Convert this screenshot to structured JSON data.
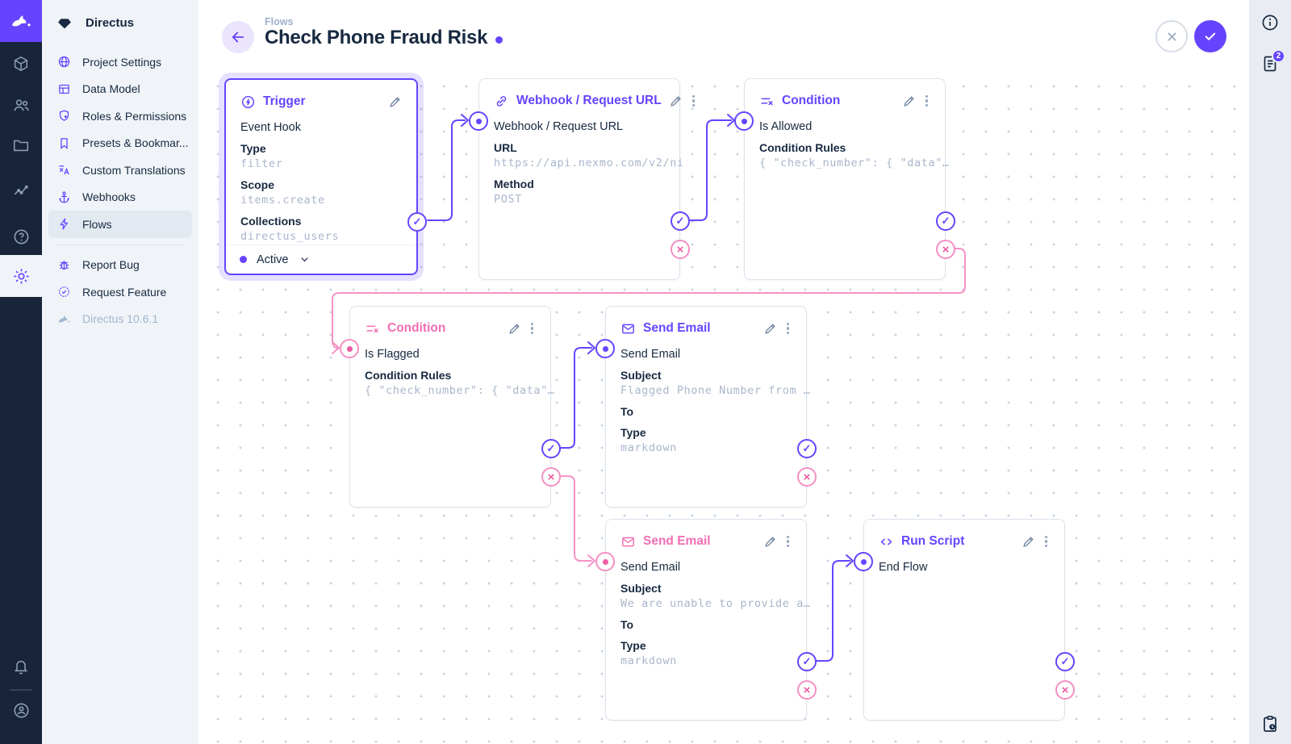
{
  "nav": {
    "project_name": "Directus",
    "items": [
      {
        "label": "Project Settings"
      },
      {
        "label": "Data Model"
      },
      {
        "label": "Roles & Permissions"
      },
      {
        "label": "Presets & Bookmar..."
      },
      {
        "label": "Custom Translations"
      },
      {
        "label": "Webhooks"
      },
      {
        "label": "Flows",
        "active": true
      }
    ],
    "footer_items": [
      {
        "label": "Report Bug"
      },
      {
        "label": "Request Feature"
      }
    ],
    "version": "Directus 10.6.1"
  },
  "header": {
    "breadcrumb": "Flows",
    "title": "Check Phone Fraud Risk"
  },
  "right_rail": {
    "notifications_badge": "2"
  },
  "colors": {
    "accent_purple": "#6644ff",
    "accent_pink": "#f06eb4",
    "module_bar": "#18243a",
    "nav_background": "#f0f4f9",
    "text_dark": "#172940",
    "text_muted_mono": "#a9b6cc"
  },
  "flow": {
    "nodes": [
      {
        "id": "trigger",
        "title": "Trigger",
        "name": "Event Hook",
        "fields": [
          {
            "label": "Type",
            "value": "filter"
          },
          {
            "label": "Scope",
            "value": "items.create"
          },
          {
            "label": "Collections",
            "value": "directus_users"
          }
        ],
        "status": "Active"
      },
      {
        "id": "webhook",
        "title": "Webhook / Request URL",
        "name": "Webhook / Request URL",
        "fields": [
          {
            "label": "URL",
            "value": "https://api.nexmo.com/v2/ni"
          },
          {
            "label": "Method",
            "value": "POST"
          }
        ]
      },
      {
        "id": "condition-is-allowed",
        "title": "Condition",
        "name": "Is Allowed",
        "fields": [
          {
            "label": "Condition Rules",
            "value": "{ \"check_number\": { \"data\"…"
          }
        ]
      },
      {
        "id": "condition-is-flagged",
        "title": "Condition",
        "name": "Is Flagged",
        "fields": [
          {
            "label": "Condition Rules",
            "value": "{ \"check_number\": { \"data\"…"
          }
        ]
      },
      {
        "id": "send-email-flagged",
        "title": "Send Email",
        "name": "Send Email",
        "fields": [
          {
            "label": "Subject",
            "value": "Flagged Phone Number from …"
          },
          {
            "label": "To",
            "value": ""
          },
          {
            "label": "Type",
            "value": "markdown"
          }
        ]
      },
      {
        "id": "send-email-unable",
        "title": "Send Email",
        "name": "Send Email",
        "fields": [
          {
            "label": "Subject",
            "value": "We are unable to provide a…"
          },
          {
            "label": "To",
            "value": ""
          },
          {
            "label": "Type",
            "value": "markdown"
          }
        ]
      },
      {
        "id": "run-script",
        "title": "Run Script",
        "name": "End Flow",
        "fields": []
      }
    ]
  }
}
